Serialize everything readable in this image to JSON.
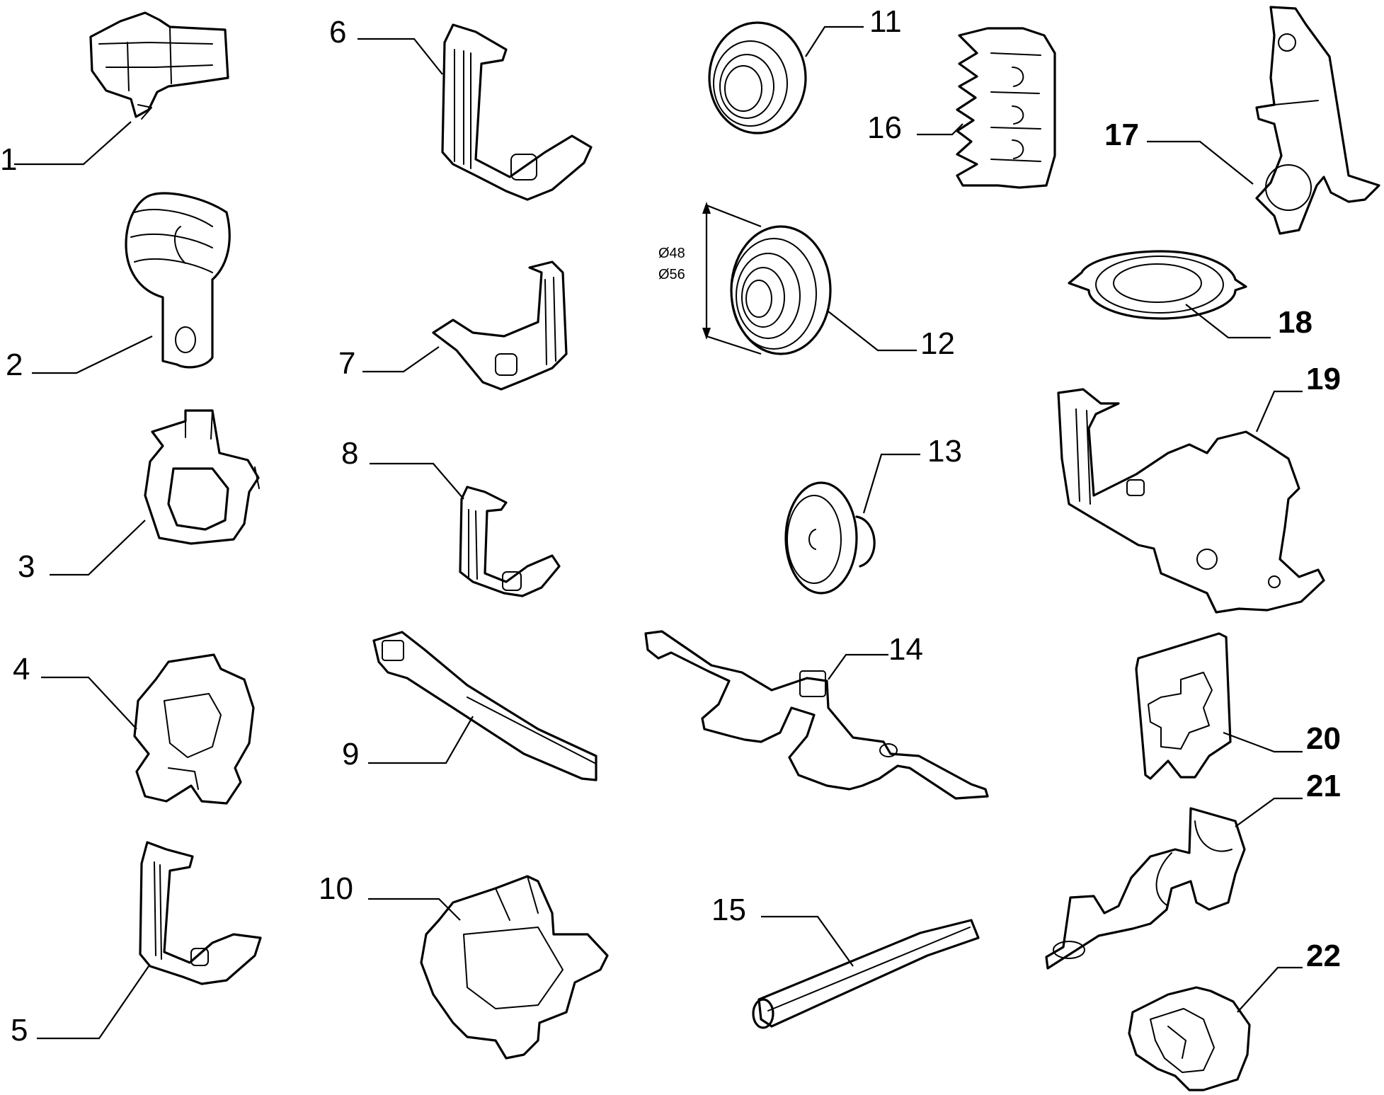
{
  "labels": {
    "p1": "1",
    "p2": "2",
    "p3": "3",
    "p4": "4",
    "p5": "5",
    "p6": "6",
    "p7": "7",
    "p8": "8",
    "p9": "9",
    "p10": "10",
    "p11": "11",
    "p12": "12",
    "p13": "13",
    "p14": "14",
    "p15": "15",
    "p16": "16",
    "p17": "17",
    "p18": "18",
    "p19": "19",
    "p20": "20",
    "p21": "21",
    "p22": "22"
  },
  "dimensions": {
    "inner": "Ø48",
    "outer": "Ø56"
  }
}
